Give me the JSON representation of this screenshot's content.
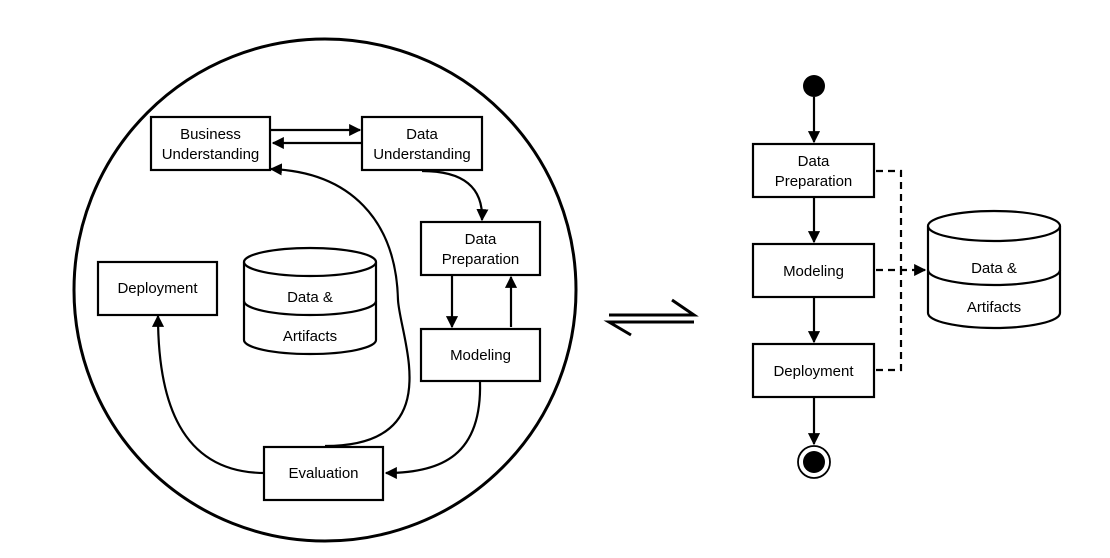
{
  "cycle": {
    "business_understanding": [
      "Business",
      "Understanding"
    ],
    "data_understanding": [
      "Data",
      "Understanding"
    ],
    "data_preparation": [
      "Data",
      "Preparation"
    ],
    "modeling": "Modeling",
    "evaluation": "Evaluation",
    "deployment": "Deployment",
    "store": [
      "Data &",
      "Artifacts"
    ]
  },
  "pipeline": {
    "data_preparation": [
      "Data",
      "Preparation"
    ],
    "modeling": "Modeling",
    "deployment": "Deployment",
    "store": [
      "Data &",
      "Artifacts"
    ]
  },
  "equilibrium_symbol": "⇌"
}
